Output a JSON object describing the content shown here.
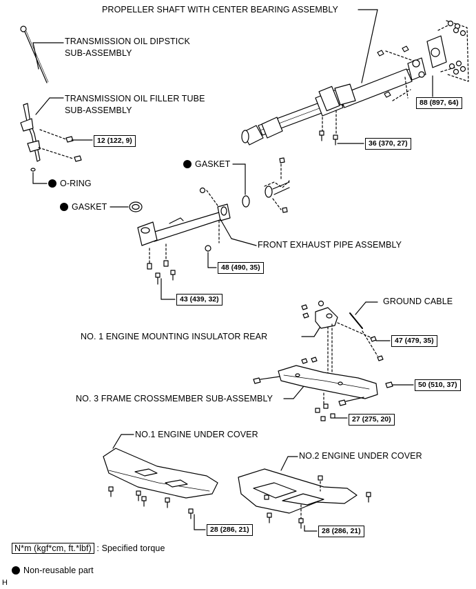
{
  "labels": {
    "propeller_shaft": "PROPELLER SHAFT WITH CENTER BEARING ASSEMBLY",
    "dipstick_line1": "TRANSMISSION OIL DIPSTICK",
    "dipstick_line2": "SUB-ASSEMBLY",
    "filler_line1": "TRANSMISSION OIL FILLER TUBE",
    "filler_line2": "SUB-ASSEMBLY",
    "gasket_upper": "GASKET",
    "o_ring": "O-RING",
    "gasket_left": "GASKET",
    "front_exhaust": "FRONT EXHAUST PIPE ASSEMBLY",
    "ground_cable": "GROUND CABLE",
    "mounting_insulator": "NO. 1 ENGINE MOUNTING INSULATOR REAR",
    "frame_crossmember": "NO. 3 FRAME CROSSMEMBER SUB-ASSEMBLY",
    "under_cover_1": "NO.1 ENGINE UNDER COVER",
    "under_cover_2": "NO.2 ENGINE UNDER COVER"
  },
  "torques": {
    "t12": "12 (122, 9)",
    "t36": "36 (370, 27)",
    "t88": "88 (897, 64)",
    "t48": "48 (490, 35)",
    "t43": "43 (439, 32)",
    "t47": "47 (479, 35)",
    "t50": "50 (510, 37)",
    "t27": "27 (275, 20)",
    "t28a": "28 (286, 21)",
    "t28b": "28 (286, 21)"
  },
  "legend": {
    "torque_unit": "N*m (kgf*cm, ft.*lbf)",
    "torque_desc": ": Specified torque",
    "non_reusable": "Non-reusable part"
  },
  "corner_code": "H"
}
